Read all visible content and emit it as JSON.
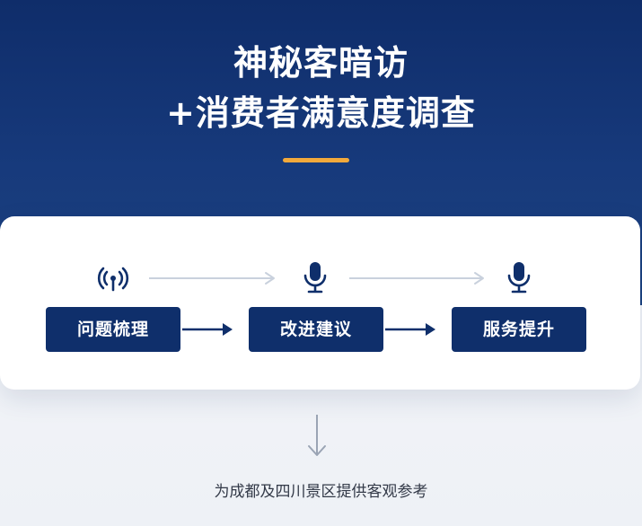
{
  "title": {
    "line1": "神秘客暗访",
    "line2": "+消费者满意度调查"
  },
  "flow": {
    "icons": [
      "signal-broadcast-icon",
      "microphone-icon",
      "microphone-icon"
    ],
    "steps": [
      "问题梳理",
      "改进建议",
      "服务提升"
    ]
  },
  "footer": {
    "text": "为成都及四川景区提供客观参考"
  },
  "colors": {
    "header_background": "#173a7c",
    "accent": "#f2a93b",
    "step_background": "#0f2f6b",
    "card_background": "#ffffff"
  }
}
